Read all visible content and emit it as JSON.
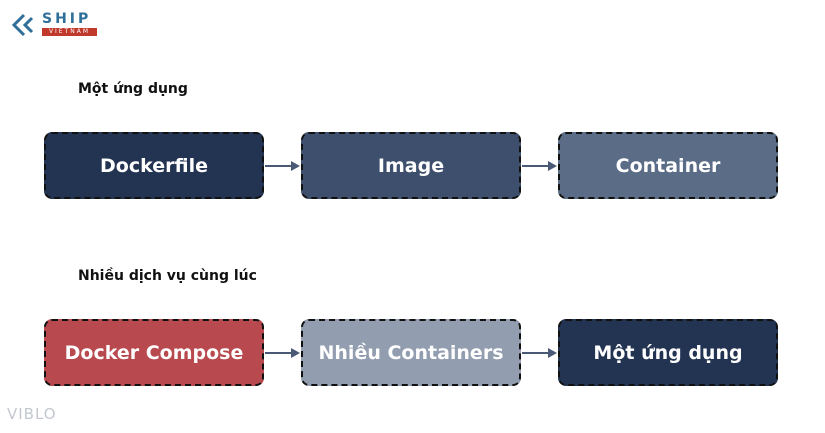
{
  "logo": {
    "name": "SHIP",
    "sub": "VIETNAM",
    "icon": "ship-vietnam-logo"
  },
  "sections": [
    {
      "title": "Một ứng dụng",
      "steps": [
        {
          "label": "Dockerfile",
          "color": "#233352"
        },
        {
          "label": "Image",
          "color": "#3d4f6d"
        },
        {
          "label": "Container",
          "color": "#5b6c87"
        }
      ]
    },
    {
      "title": "Nhiều dịch vụ cùng lúc",
      "steps": [
        {
          "label": "Docker Compose",
          "color": "#b84a4f"
        },
        {
          "label": "Nhiều Containers",
          "color": "#929db0"
        },
        {
          "label": "Một ứng dụng",
          "color": "#233352"
        }
      ]
    }
  ],
  "arrow_color": "#4a5a76",
  "watermark": "VIBLO"
}
